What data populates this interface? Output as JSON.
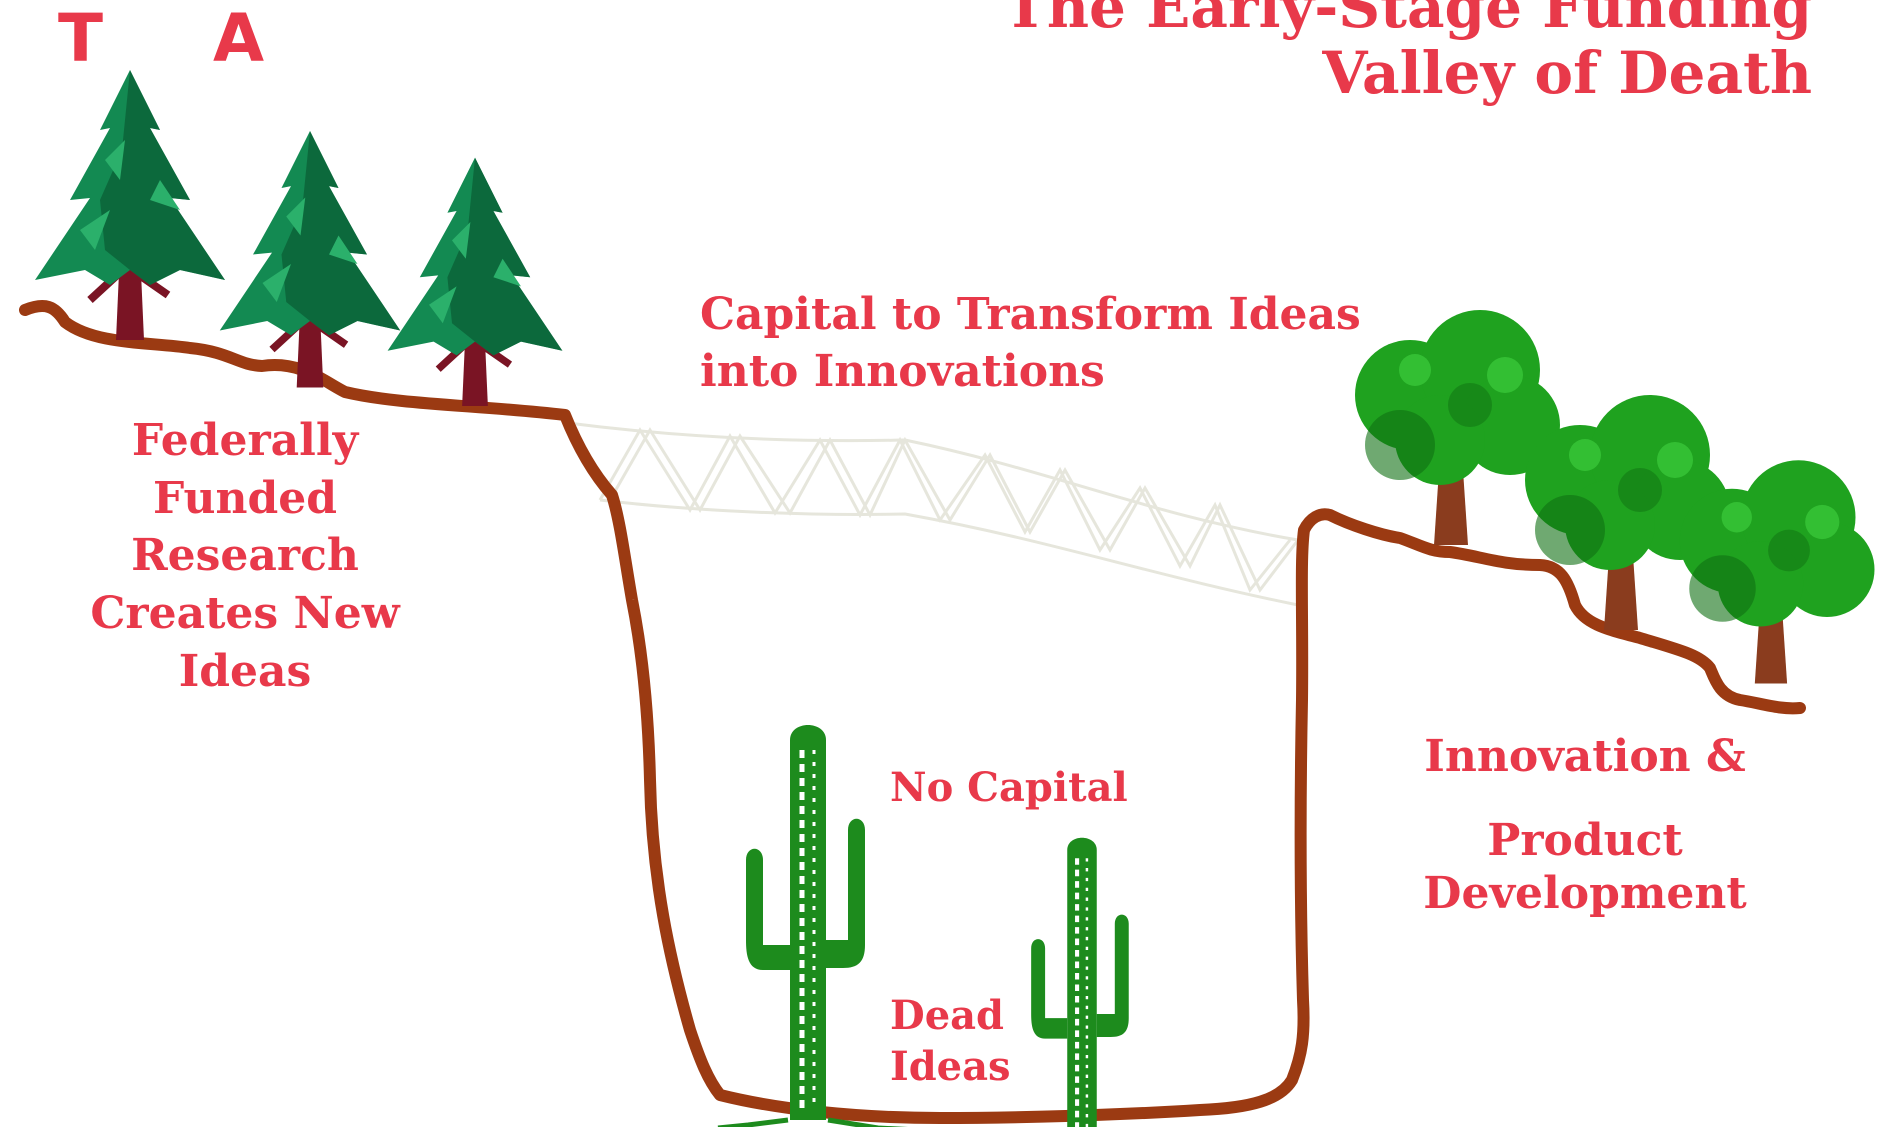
{
  "title": {
    "line1": "The Early-Stage Funding",
    "line2": "Valley of Death"
  },
  "logo": {
    "letter1": "T",
    "letter2": "A"
  },
  "labels": {
    "capital": {
      "line1": "Capital to Transform Ideas",
      "line2": "into Innovations"
    },
    "left": {
      "line1": "Federally",
      "line2": "Funded",
      "line3": "Research",
      "line4": "Creates New",
      "line5": "Ideas"
    },
    "right": {
      "line1": "Innovation &",
      "line2": "Product",
      "line3": "Development"
    },
    "no_capital": "No Capital",
    "dead": {
      "line1": "Dead",
      "line2": "Ideas"
    }
  },
  "icons": {
    "left_trees": "pine-tree-icon",
    "right_trees": "oak-tree-icon",
    "cacti": "cactus-icon",
    "bridge": "bridge-truss-icon"
  },
  "colors": {
    "text": "#e8394a",
    "ground": "#9b3a12",
    "pine_light": "#138a52",
    "pine_dark": "#0b5d36",
    "pine_trunk": "#7a1424",
    "oak_green": "#1fa21f",
    "oak_dark": "#0f6f12",
    "oak_trunk": "#8a3c1e",
    "cactus": "#1d8b1d",
    "bridge": "#e6e6dc"
  }
}
